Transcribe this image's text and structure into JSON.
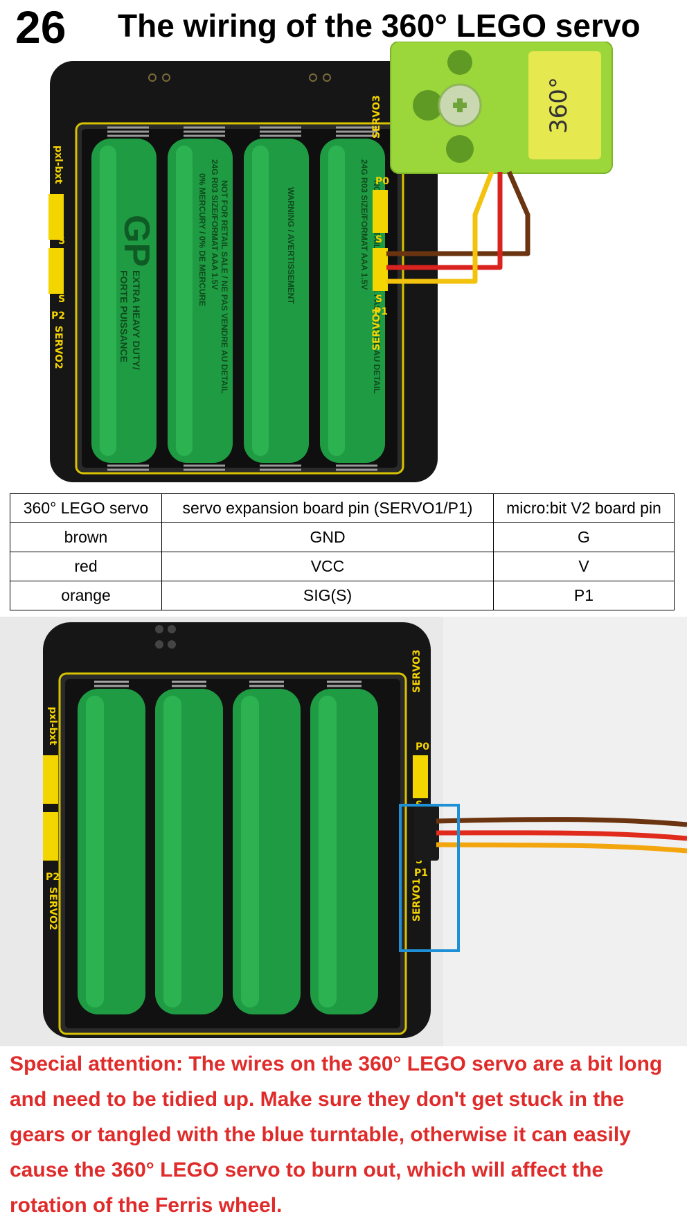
{
  "header": {
    "step_number": "26",
    "title": "The wiring of the 360° LEGO servo"
  },
  "figure_top": {
    "servo_label": "360°",
    "board_labels": {
      "servo03": "SERVO3",
      "p0": "P0",
      "s_top": "S",
      "s_mid": "S",
      "p1": "P1",
      "servo01": "SERVO1",
      "left_top": "pxl-bxt",
      "left_s1": "S",
      "left_s2": "S",
      "left_p2": "P2",
      "servo02": "SERVO2"
    },
    "battery_texts": {
      "brand": "GP",
      "line1": "EXTRA HEAVY DUTY/",
      "line2": "FORTE PUISSANCE",
      "line3": "24G R03 SIZE/FORMAT AAA 1.5V",
      "line4": "0% MERCURY / 0% DE MERCURE",
      "line5": "NOT FOR RETAIL SALE / NE PAS VENDRE AU DETAIL",
      "line6": "WARNING / AVERTISSEMENT"
    },
    "wire_colors": {
      "brown": "#6b3410",
      "red": "#d9231f",
      "orange": "#f2c20d"
    }
  },
  "wiring_table": {
    "headers": [
      "360°  LEGO servo",
      "servo expansion board pin (SERVO1/P1)",
      "micro:bit V2 board pin"
    ],
    "rows": [
      [
        "brown",
        "GND",
        "G"
      ],
      [
        "red",
        "VCC",
        "V"
      ],
      [
        "orange",
        "SIG(S)",
        "P1"
      ]
    ]
  },
  "figure_bottom": {
    "board_labels": {
      "servo03": "SERVO3",
      "p0": "P0",
      "s1": "S",
      "s2": "S",
      "p1": "P1",
      "servo01": "SERVO1",
      "left_top": "pxl-bxt",
      "left_p2": "P2",
      "servo02": "SERVO2"
    },
    "highlight_color": "#1f8fd6"
  },
  "attention": {
    "color": "#e02b2b",
    "lines": [
      "Special attention: The wires on the 360° LEGO servo are a bit long",
      "and need to be tidied up. Make sure they don't get stuck in the",
      "gears or tangled with the blue turntable, otherwise it can easily",
      "cause the 360° LEGO servo to burn out, which will affect the",
      "rotation of the Ferris wheel."
    ]
  }
}
